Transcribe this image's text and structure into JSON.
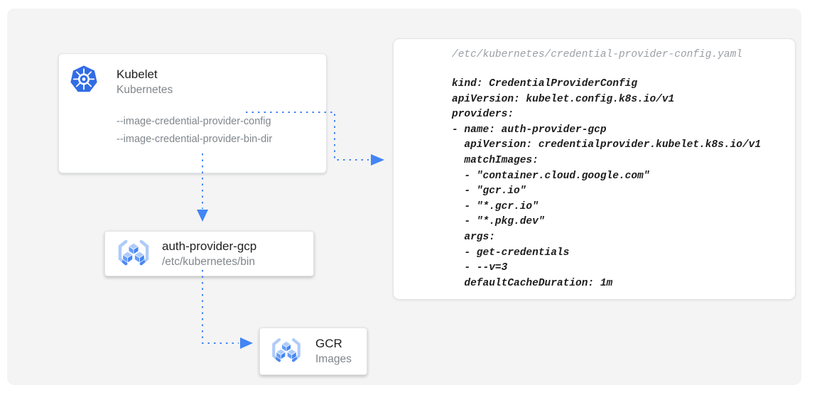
{
  "nodes": {
    "kubelet": {
      "title": "Kubelet",
      "subtitle": "Kubernetes",
      "icon": "kubernetes-icon",
      "flags": [
        "--image-credential-provider-config",
        "--image-credential-provider-bin-dir"
      ]
    },
    "auth_provider": {
      "title": "auth-provider-gcp",
      "subtitle": "/etc/kubernetes/bin",
      "icon": "gcr-icon"
    },
    "gcr": {
      "title": "GCR",
      "subtitle": "Images",
      "icon": "gcr-icon"
    }
  },
  "config_panel": {
    "path": "/etc/kubernetes/credential-provider-config.yaml",
    "yaml": "kind: CredentialProviderConfig\napiVersion: kubelet.config.k8s.io/v1\nproviders:\n- name: auth-provider-gcp\n  apiVersion: credentialprovider.kubelet.k8s.io/v1\n  matchImages:\n  - \"container.cloud.google.com\"\n  - \"gcr.io\"\n  - \"*.gcr.io\"\n  - \"*.pkg.dev\"\n  args:\n  - get-credentials\n  - --v=3\n  defaultCacheDuration: 1m"
  },
  "colors": {
    "arrow_blue": "#4285F4",
    "kubernetes_blue": "#326CE5",
    "cube_blue": "#4285F4",
    "cube_mid_blue": "#669DF6",
    "bracket_light_blue": "#AECBFA",
    "canvas_bg": "#F4F4F4",
    "title_text": "#212121",
    "gray_text": "#80868B",
    "yaml_path_gray": "#9AA0A6",
    "yaml_text": "#1D1D1D"
  }
}
